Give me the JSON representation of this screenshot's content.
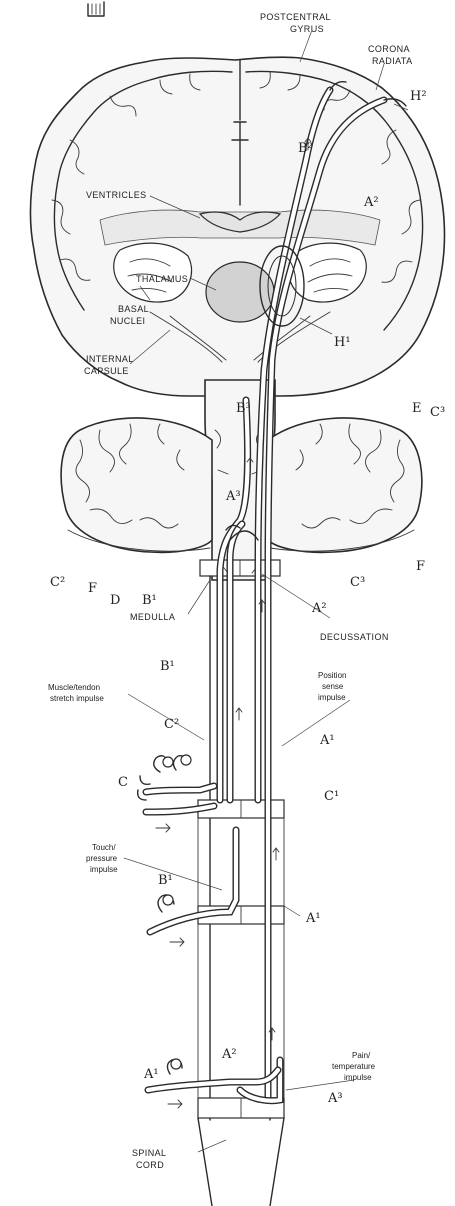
{
  "labels": {
    "postcentral_gyrus": [
      "POSTCENTRAL",
      "GYRUS"
    ],
    "corona_radiata": [
      "CORONA",
      "RADIATA"
    ],
    "ventricles": "VENTRICLES",
    "thalamus": "THALAMUS",
    "basal_nuclei": [
      "BASAL",
      "NUCLEI"
    ],
    "internal_capsule": [
      "INTERNAL",
      "CAPSULE"
    ],
    "medulla": "MEDULLA",
    "decussation": "DECUSSATION",
    "muscle_tendon": [
      "Muscle/tendon",
      "stretch impulse"
    ],
    "position_sense": [
      "Position",
      "sense",
      "impulse"
    ],
    "touch_pressure": [
      "Touch/",
      "pressure",
      "impulse"
    ],
    "pain_temperature": [
      "Pain/",
      "temperature",
      "impulse"
    ],
    "spinal_cord": [
      "SPINAL",
      "CORD"
    ]
  },
  "markers": {
    "H2": "H²",
    "B2_top": "B²",
    "A2_top": "A²",
    "H1": "H¹",
    "E": "E",
    "C3_right": "C³",
    "B3": "B³",
    "A3": "A³",
    "C2_left": "C²",
    "F_left": "F",
    "D": "D",
    "B_left": "B¹",
    "F_right": "F",
    "C3_mid": "C³",
    "A2_decuss": "A²",
    "B1_muscle": "B¹",
    "C2_muscle": "C²",
    "A1_pos": "A¹",
    "C_root": "C",
    "C1_root": "C¹",
    "B1_touch": "B¹",
    "A1_touch": "A¹",
    "A1_pain_left": "A¹",
    "A2_pain": "A²",
    "A3_pain": "A³"
  }
}
